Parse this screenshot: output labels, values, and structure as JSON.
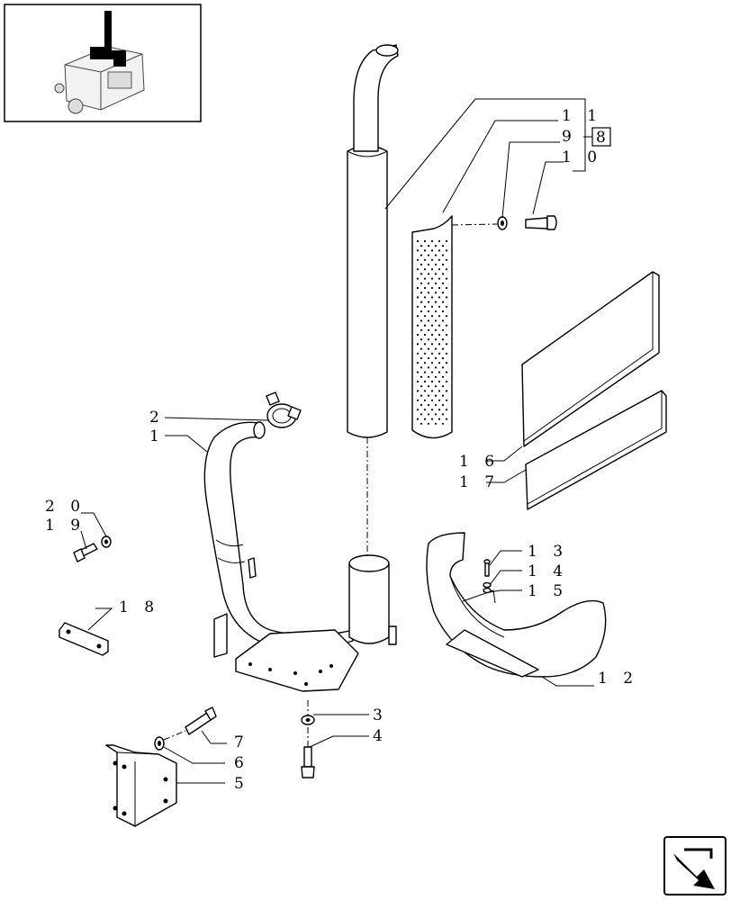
{
  "callouts": {
    "c1": "1",
    "c2": "2",
    "c3": "3",
    "c4": "4",
    "c5": "5",
    "c6": "6",
    "c7": "7",
    "c8": "8",
    "c9": "9",
    "c10": "1 0",
    "c11": "1 1",
    "c12": "1 2",
    "c13": "1 3",
    "c14": "1 4",
    "c15": "1 5",
    "c16": "1 6",
    "c17": "1 7",
    "c18": "1 8",
    "c19": "1 9",
    "c20": "2 0"
  },
  "icons": {
    "thumbnail": "engine-location-thumbnail",
    "nav": "next-page-arrow-icon"
  }
}
